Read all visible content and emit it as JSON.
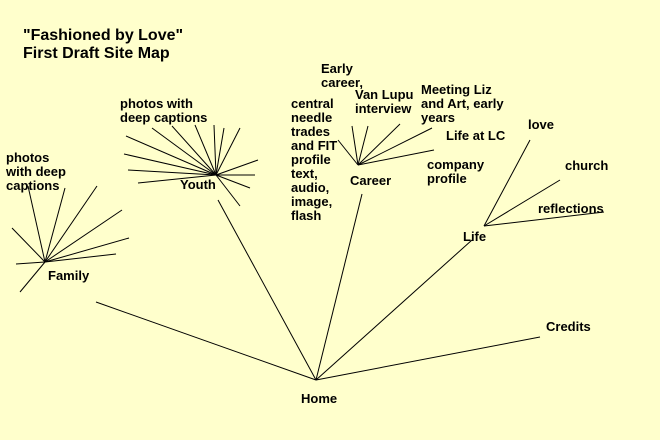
{
  "title": {
    "line1": "\"Fashioned by Love\"",
    "line2": "First Draft Site Map"
  },
  "nodes": {
    "home": "Home",
    "family": "Family",
    "youth": "Youth",
    "career": "Career",
    "life": "Life",
    "credits": "Credits",
    "family_photos": "photos\nwith deep\ncaptions",
    "youth_photos": "photos with\ndeep captions",
    "career_profile": "central\nneedle\ntrades\nand FIT\nprofile\ntext,\naudio,\nimage,\nflash",
    "career_early": "Early\ncareer,",
    "career_vanlupu": "Van Lupu\ninterview",
    "career_meeting": "Meeting Liz\nand Art, early\nyears",
    "career_lifeatlc": "Life at LC",
    "career_company": "company\nprofile",
    "life_love": "love",
    "life_church": "church",
    "life_reflections": "reflections"
  }
}
